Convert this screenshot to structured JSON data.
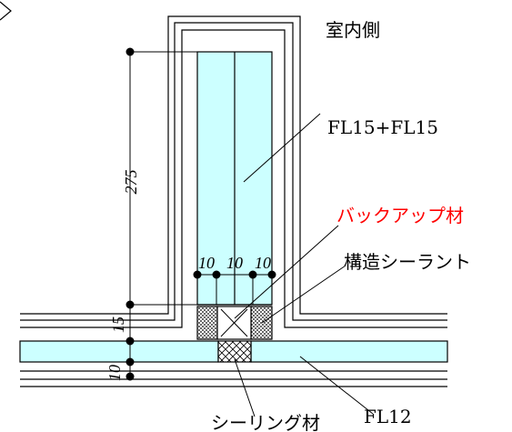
{
  "labels": {
    "interior_side": "室内側",
    "glass_spec": "FL15+FL15",
    "backup_material": "バックアップ材",
    "structural_sealant": "構造シーラント",
    "sealing_material": "シーリング材",
    "glass_face": "FL12"
  },
  "dimensions": {
    "height": "275",
    "gap_left": "10",
    "gap_center": "10",
    "gap_right": "10",
    "sealant_depth": "15",
    "glass_thickness": "10"
  },
  "colors": {
    "glass": "#ccffff",
    "line": "#000000",
    "callout_accent": "#ff0000"
  }
}
